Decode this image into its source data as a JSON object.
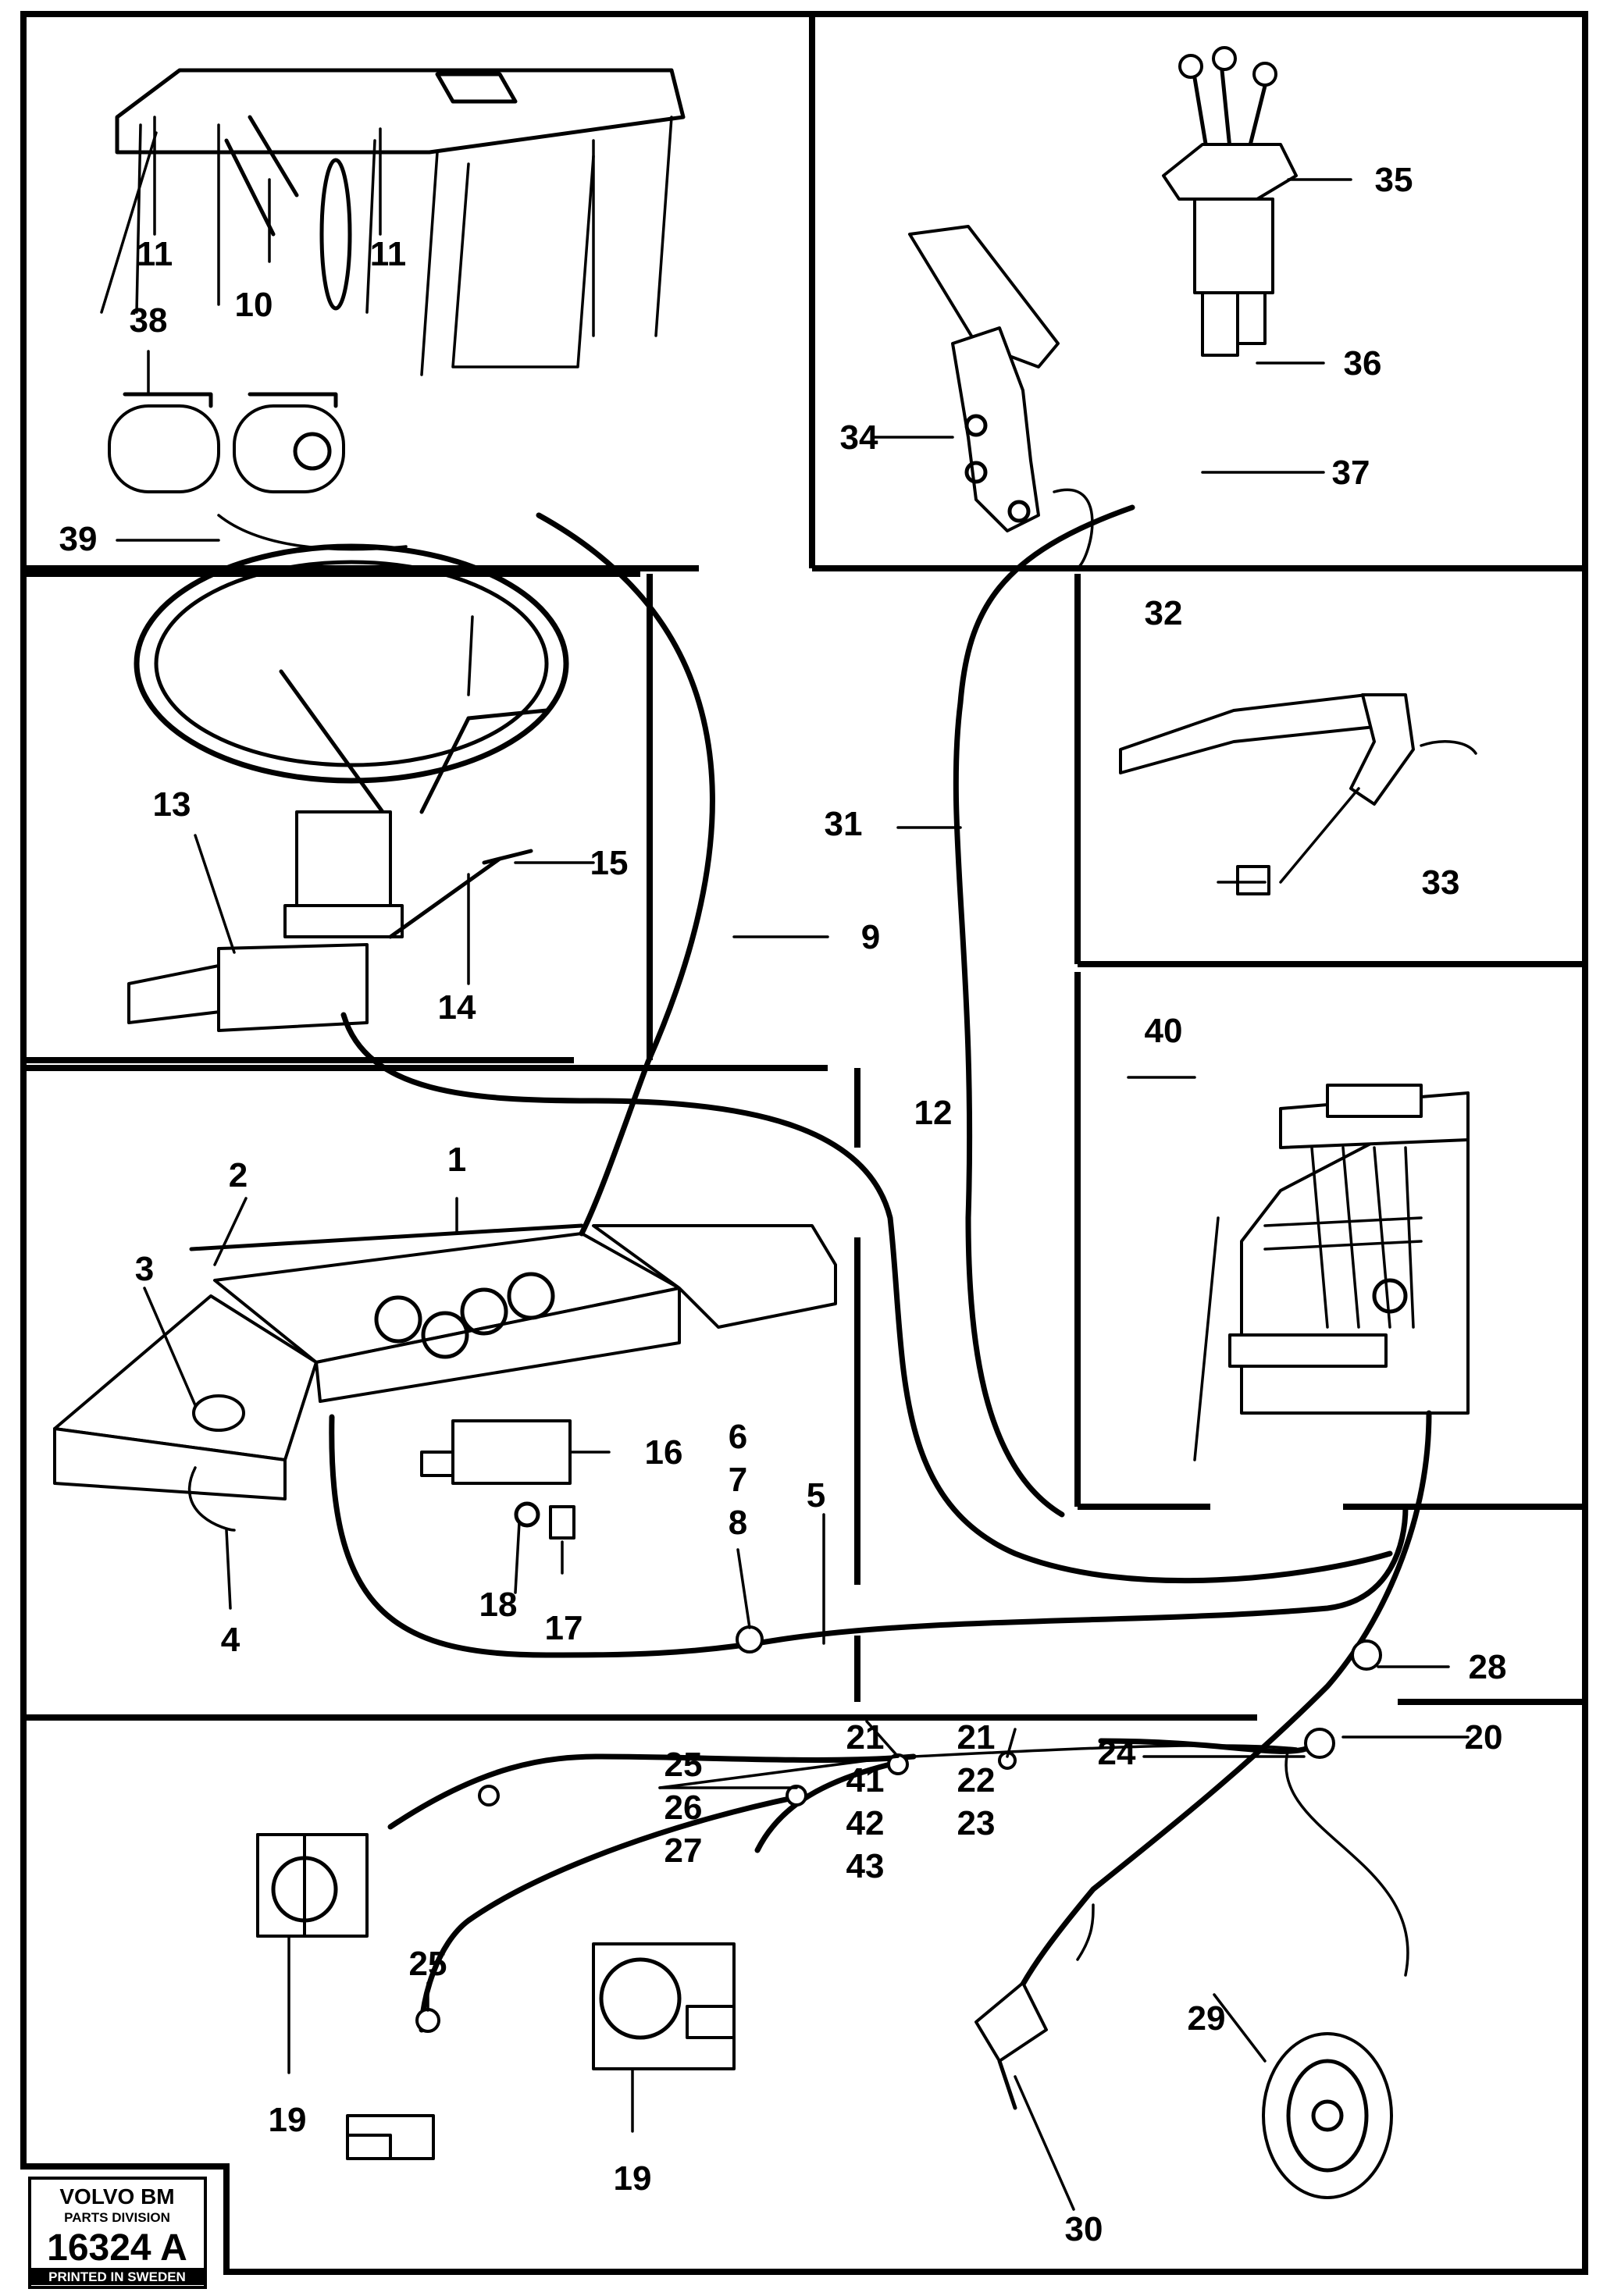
{
  "stamp": {
    "brand": "VOLVO BM",
    "division": "PARTS DIVISION",
    "number": "16324 A",
    "printed": "PRINTED IN SWEDEN"
  },
  "panels": {
    "cab_roof": {
      "labels": [
        "11",
        "10",
        "11",
        "38",
        "39"
      ]
    },
    "controls": {
      "labels": [
        "35",
        "36",
        "34",
        "37"
      ]
    },
    "steering": {
      "labels": [
        "13",
        "15",
        "14"
      ]
    },
    "parking_brake": {
      "labels": [
        "32",
        "31",
        "33"
      ]
    },
    "dashboard": {
      "labels": [
        "2",
        "1",
        "3",
        "16",
        "6",
        "7",
        "8",
        "5",
        "18",
        "17",
        "4"
      ]
    },
    "relay_box": {
      "labels": [
        "40"
      ]
    },
    "harness_center": {
      "labels": [
        "9",
        "12",
        "28",
        "20",
        "24"
      ]
    },
    "lower": {
      "labels": [
        "25",
        "26",
        "27",
        "21",
        "41",
        "42",
        "43",
        "21",
        "22",
        "23",
        "29",
        "19",
        "25",
        "19",
        "30"
      ]
    }
  }
}
